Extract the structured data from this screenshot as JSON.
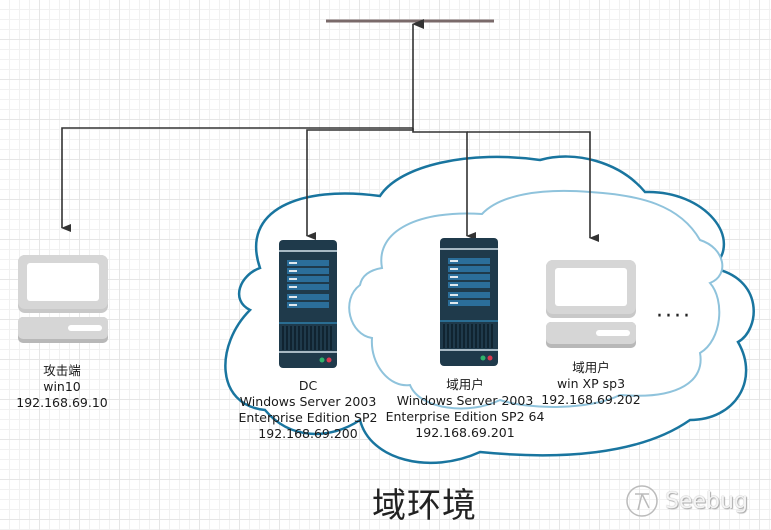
{
  "diagram": {
    "title": "域环境",
    "watermark": "Seebug",
    "colors": {
      "outer_cloud": "#19759f",
      "inner_cloud": "#8fc3dc",
      "connector": "#333333",
      "uplink": "#7a6a6a",
      "server_body": "#1f3a4b",
      "server_slot": "#2b6e9a",
      "laptop": "#d0d0d0",
      "led_green": "#2fb36a",
      "led_red": "#d9394f"
    },
    "nodes": [
      {
        "id": "attacker",
        "type": "laptop",
        "lines": [
          "攻击端",
          "win10",
          "192.168.69.10"
        ]
      },
      {
        "id": "dc",
        "type": "server",
        "lines": [
          "DC",
          "Windows Server 2003",
          "Enterprise Edition SP2",
          "192.168.69.200"
        ]
      },
      {
        "id": "domain-user-server",
        "type": "server",
        "lines": [
          "域用户",
          "Windows Server 2003",
          "Enterprise Edition SP2 64",
          "192.168.69.201"
        ]
      },
      {
        "id": "domain-user-xp",
        "type": "laptop",
        "lines": [
          "域用户",
          "win XP sp3",
          "192.168.69.202"
        ]
      }
    ],
    "ellipsis": "····"
  }
}
